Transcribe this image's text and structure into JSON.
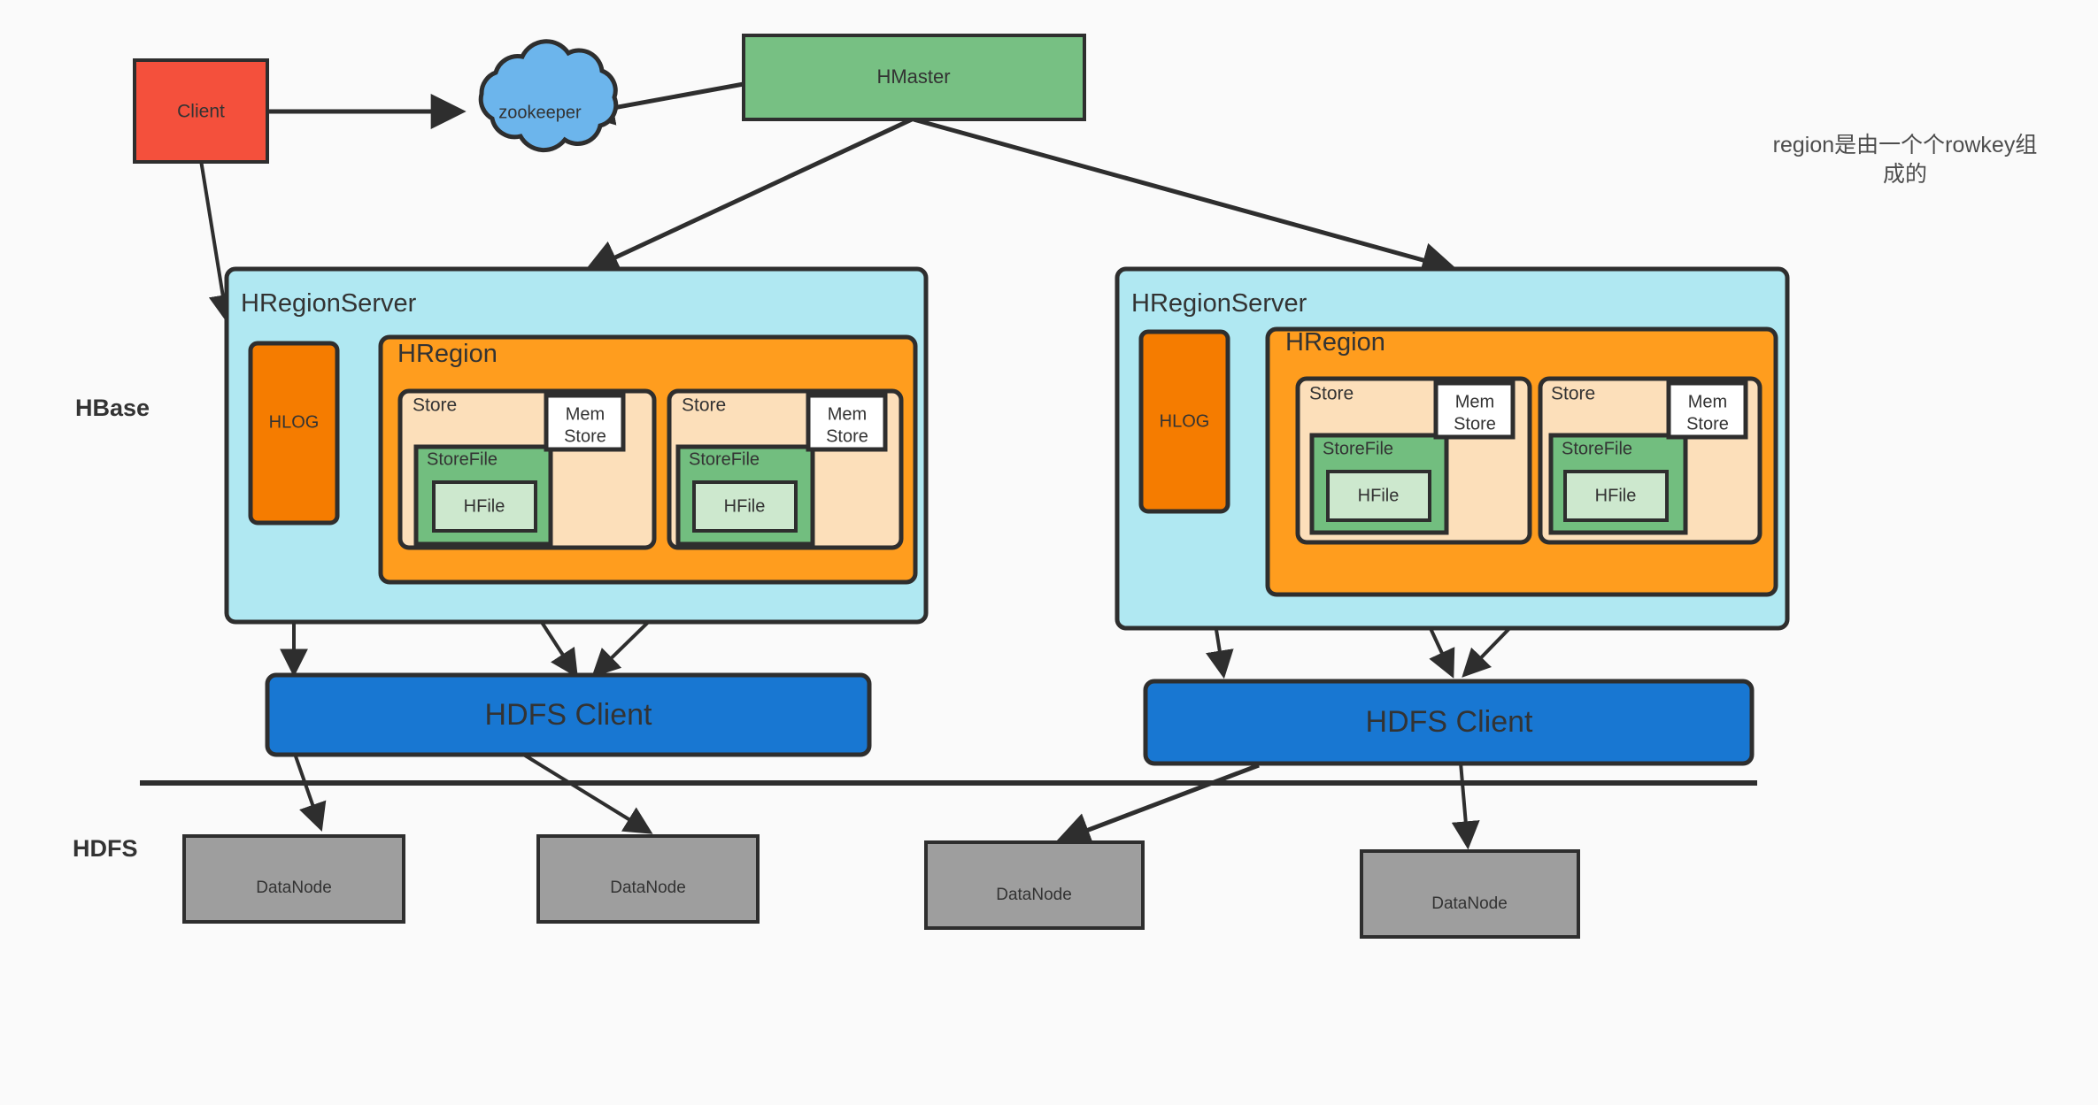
{
  "diagram": {
    "title_note": "region是由一个个rowkey组成的",
    "section_labels": {
      "hbase": "HBase",
      "hdfs": "HDFS"
    },
    "colors": {
      "client_red": "#F4503C",
      "zookeeper_blue": "#6CB5EC",
      "hmaster_green": "#77C083",
      "regionserver_cyan": "#B0E8F2",
      "hlog_orange": "#F57C00",
      "hregion_orange": "#FF9D1E",
      "store_peach": "#FCDFBA",
      "storefile_green": "#72BE7F",
      "hfile_pale_green": "#CDE8CE",
      "memstore_white": "#FFFFFF",
      "hdfsclient_blue": "#1877D2",
      "datanode_gray": "#9E9E9E",
      "stroke": "#2e2e2e",
      "background": "#fafafa"
    },
    "nodes": {
      "client": "Client",
      "zookeeper": "zookeeper",
      "hmaster": "HMaster",
      "regionserver_left": "HRegionServer",
      "regionserver_right": "HRegionServer",
      "hlog_left": "HLOG",
      "hlog_right": "HLOG",
      "hregion_left": "HRegion",
      "hregion_right": "HRegion",
      "store_l1": "Store",
      "store_l2": "Store",
      "store_r1": "Store",
      "store_r2": "Store",
      "memstore_line1": "Mem",
      "memstore_line2": "Store",
      "storefile_l1": "StoreFile",
      "storefile_l2": "StoreFile",
      "storefile_r1": "StoreFile",
      "storefile_r2": "StoreFile",
      "hfile_l1": "HFile",
      "hfile_l2": "HFile",
      "hfile_r1": "HFile",
      "hfile_r2": "HFile",
      "hdfs_client_left": "HDFS Client",
      "hdfs_client_right": "HDFS Client",
      "datanode_1": "DataNode",
      "datanode_2": "DataNode",
      "datanode_3": "DataNode",
      "datanode_4": "DataNode"
    }
  }
}
